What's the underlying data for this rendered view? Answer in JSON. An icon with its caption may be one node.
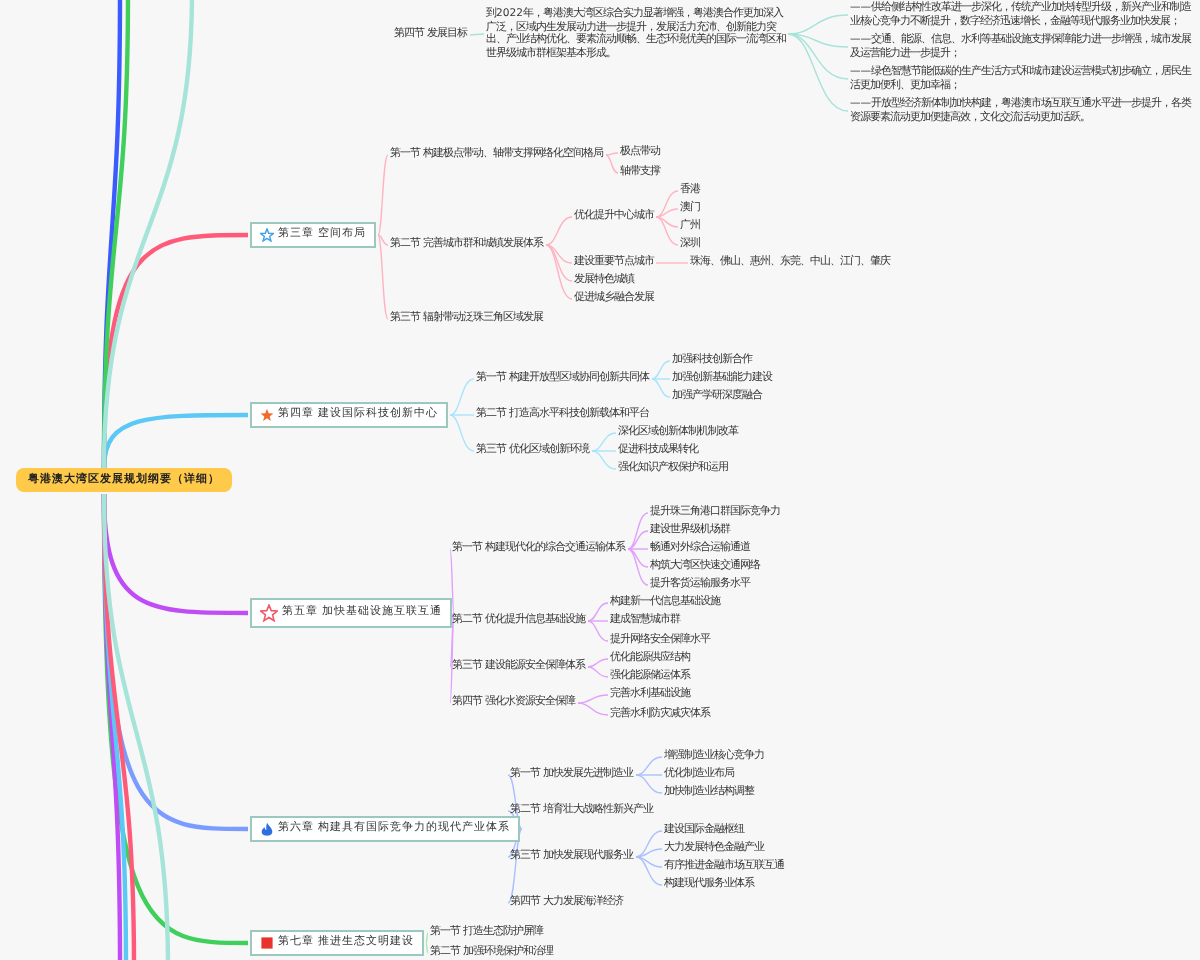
{
  "diagram": {
    "nodes": [
      {
        "text": [
          "粤港澳大湾区发展规划纲要（详细）"
        ]
      },
      {
        "text": [
          "第三章 空间布局"
        ]
      },
      {
        "text": [
          "第一节 构建极点带动、轴带支撑网络化空间格局"
        ]
      },
      {
        "text": [
          "极点带动"
        ]
      },
      {
        "text": [
          "轴带支撑"
        ]
      },
      {
        "text": [
          "第二节 完善城市群和城镇发展体系"
        ]
      },
      {
        "text": [
          "优化提升中心城市"
        ]
      },
      {
        "text": [
          "香港"
        ]
      },
      {
        "text": [
          "澳门"
        ]
      },
      {
        "text": [
          "广州"
        ]
      },
      {
        "text": [
          "深圳"
        ]
      },
      {
        "text": [
          "建设重要节点城市"
        ]
      },
      {
        "text": [
          "珠海、佛山、惠州、东莞、中山、江门、肇庆"
        ]
      },
      {
        "text": [
          "发展特色城镇"
        ]
      },
      {
        "text": [
          "促进城乡融合发展"
        ]
      },
      {
        "text": [
          "第三节 辐射带动泛珠三角区域发展"
        ]
      },
      {
        "text": [
          "第四章 建设国际科技创新中心"
        ]
      },
      {
        "text": [
          "第一节 构建开放型区域协同创新共同体"
        ]
      },
      {
        "text": [
          "加强科技创新合作"
        ]
      },
      {
        "text": [
          "加强创新基础能力建设"
        ]
      },
      {
        "text": [
          "加强产学研深度融合"
        ]
      },
      {
        "text": [
          "第二节 打造高水平科技创新载体和平台"
        ]
      },
      {
        "text": [
          "第三节 优化区域创新环境"
        ]
      },
      {
        "text": [
          "深化区域创新体制机制改革"
        ]
      },
      {
        "text": [
          "促进科技成果转化"
        ]
      },
      {
        "text": [
          "强化知识产权保护和运用"
        ]
      },
      {
        "text": [
          "第五章 加快基础设施互联互通"
        ]
      },
      {
        "text": [
          "第一节 构建现代化的综合交通运输体系"
        ]
      },
      {
        "text": [
          "提升珠三角港口群国际竞争力"
        ]
      },
      {
        "text": [
          "建设世界级机场群"
        ]
      },
      {
        "text": [
          "畅通对外综合运输通道"
        ]
      },
      {
        "text": [
          "构筑大湾区快速交通网络"
        ]
      },
      {
        "text": [
          "提升客货运输服务水平"
        ]
      },
      {
        "text": [
          "第二节 优化提升信息基础设施"
        ]
      },
      {
        "text": [
          "构建新一代信息基础设施"
        ]
      },
      {
        "text": [
          "建成智慧城市群"
        ]
      },
      {
        "text": [
          "提升网络安全保障水平"
        ]
      },
      {
        "text": [
          "第三节 建设能源安全保障体系"
        ]
      },
      {
        "text": [
          "优化能源供应结构"
        ]
      },
      {
        "text": [
          "强化能源储运体系"
        ]
      },
      {
        "text": [
          "第四节 强化水资源安全保障"
        ]
      },
      {
        "text": [
          "完善水利基础设施"
        ]
      },
      {
        "text": [
          "完善水利防灾减灾体系"
        ]
      },
      {
        "text": [
          "第六章 构建具有国际竞争力的现代产业体系"
        ]
      },
      {
        "text": [
          "第一节 加快发展先进制造业"
        ]
      },
      {
        "text": [
          "增强制造业核心竞争力"
        ]
      },
      {
        "text": [
          "优化制造业布局"
        ]
      },
      {
        "text": [
          "加快制造业结构调整"
        ]
      },
      {
        "text": [
          "第二节 培育壮大战略性新兴产业"
        ]
      },
      {
        "text": [
          "第三节 加快发展现代服务业"
        ]
      },
      {
        "text": [
          "建设国际金融枢纽"
        ]
      },
      {
        "text": [
          "大力发展特色金融产业"
        ]
      },
      {
        "text": [
          "有序推进金融市场互联互通"
        ]
      },
      {
        "text": [
          "构建现代服务业体系"
        ]
      },
      {
        "text": [
          "第四节 大力发展海洋经济"
        ]
      },
      {
        "text": [
          "第七章 推进生态文明建设"
        ]
      },
      {
        "text": [
          "第一节 打造生态防护屏障"
        ]
      },
      {
        "text": [
          "第二节 加强环境保护和治理"
        ]
      },
      {
        "text": [
          "第四节 发展目标"
        ]
      },
      {
        "text": [
          "到2022年，粤港澳大湾区综合实力显著增强，粤港澳合作更加深入广泛，区域内生发展动力进一步提升，发展活力充沛、创新能力突出、产业结构优化、要素流动顺畅、生态环境优美的国际一流湾区和世界级城市群框架基本形成。"
        ]
      },
      {
        "text": [
          "——供给侧结构性改革进一步深化，传统产业加快转型升级，新兴产业和制造业核心竞争力不断提升，数字经济迅速增长，金融等现代服务业加快发展；"
        ]
      },
      {
        "text": [
          "——交通、能源、信息、水利等基础设施支撑保障能力进一步增强，城市发展及运营能力进一步提升；"
        ]
      },
      {
        "text": [
          "——绿色智慧节能低碳的生产生活方式和城市建设运营模式初步确立，居民生活更加便利、更加幸福；"
        ]
      },
      {
        "text": [
          "——开放型经济新体制加快构建，粤港澳市场互联互通水平进一步提升，各类资源要素流动更加便捷高效，文化交流活动更加活跃。"
        ]
      }
    ],
    "edges": [
      {
        "from": 0,
        "to": 1,
        "arrow": "none",
        "style": "thick",
        "color": "#ff5a7a"
      },
      {
        "from": 1,
        "to": 2,
        "arrow": "none",
        "color": "#ffb3c1"
      },
      {
        "from": 2,
        "to": 3,
        "arrow": "none",
        "color": "#ffb3c1"
      },
      {
        "from": 2,
        "to": 4,
        "arrow": "none",
        "color": "#ffb3c1"
      },
      {
        "from": 1,
        "to": 5,
        "arrow": "none",
        "color": "#ffb3c1"
      },
      {
        "from": 5,
        "to": 6,
        "arrow": "none",
        "color": "#ffb3c1"
      },
      {
        "from": 6,
        "to": 7,
        "arrow": "none",
        "color": "#ffb3c1"
      },
      {
        "from": 6,
        "to": 8,
        "arrow": "none",
        "color": "#ffb3c1"
      },
      {
        "from": 6,
        "to": 9,
        "arrow": "none",
        "color": "#ffb3c1"
      },
      {
        "from": 6,
        "to": 10,
        "arrow": "none",
        "color": "#ffb3c1"
      },
      {
        "from": 5,
        "to": 11,
        "arrow": "none",
        "color": "#ffb3c1"
      },
      {
        "from": 11,
        "to": 12,
        "arrow": "none",
        "color": "#ffb3c1"
      },
      {
        "from": 5,
        "to": 13,
        "arrow": "none",
        "color": "#ffb3c1"
      },
      {
        "from": 5,
        "to": 14,
        "arrow": "none",
        "color": "#ffb3c1"
      },
      {
        "from": 1,
        "to": 15,
        "arrow": "none",
        "color": "#ffb3c1"
      },
      {
        "from": 0,
        "to": 16,
        "arrow": "none",
        "style": "thick",
        "color": "#5bc8f5"
      },
      {
        "from": 16,
        "to": 17,
        "arrow": "none",
        "color": "#a8e4fb"
      },
      {
        "from": 17,
        "to": 18,
        "arrow": "none",
        "color": "#a8e4fb"
      },
      {
        "from": 17,
        "to": 19,
        "arrow": "none",
        "color": "#a8e4fb"
      },
      {
        "from": 17,
        "to": 20,
        "arrow": "none",
        "color": "#a8e4fb"
      },
      {
        "from": 16,
        "to": 21,
        "arrow": "none",
        "color": "#a8e4fb"
      },
      {
        "from": 16,
        "to": 22,
        "arrow": "none",
        "color": "#a8e4fb"
      },
      {
        "from": 22,
        "to": 23,
        "arrow": "none",
        "color": "#a8e4fb"
      },
      {
        "from": 22,
        "to": 24,
        "arrow": "none",
        "color": "#a8e4fb"
      },
      {
        "from": 22,
        "to": 25,
        "arrow": "none",
        "color": "#a8e4fb"
      },
      {
        "from": 0,
        "to": 26,
        "arrow": "none",
        "style": "thick",
        "color": "#c04cf5"
      },
      {
        "from": 26,
        "to": 27,
        "arrow": "none",
        "color": "#e0a0fb"
      },
      {
        "from": 27,
        "to": 28,
        "arrow": "none",
        "color": "#e0a0fb"
      },
      {
        "from": 27,
        "to": 29,
        "arrow": "none",
        "color": "#e0a0fb"
      },
      {
        "from": 27,
        "to": 30,
        "arrow": "none",
        "color": "#e0a0fb"
      },
      {
        "from": 27,
        "to": 31,
        "arrow": "none",
        "color": "#e0a0fb"
      },
      {
        "from": 27,
        "to": 32,
        "arrow": "none",
        "color": "#e0a0fb"
      },
      {
        "from": 26,
        "to": 33,
        "arrow": "none",
        "color": "#e0a0fb"
      },
      {
        "from": 33,
        "to": 34,
        "arrow": "none",
        "color": "#e0a0fb"
      },
      {
        "from": 33,
        "to": 35,
        "arrow": "none",
        "color": "#e0a0fb"
      },
      {
        "from": 33,
        "to": 36,
        "arrow": "none",
        "color": "#e0a0fb"
      },
      {
        "from": 26,
        "to": 37,
        "arrow": "none",
        "color": "#e0a0fb"
      },
      {
        "from": 37,
        "to": 38,
        "arrow": "none",
        "color": "#e0a0fb"
      },
      {
        "from": 37,
        "to": 39,
        "arrow": "none",
        "color": "#e0a0fb"
      },
      {
        "from": 26,
        "to": 40,
        "arrow": "none",
        "color": "#e0a0fb"
      },
      {
        "from": 40,
        "to": 41,
        "arrow": "none",
        "color": "#e0a0fb"
      },
      {
        "from": 40,
        "to": 42,
        "arrow": "none",
        "color": "#e0a0fb"
      },
      {
        "from": 0,
        "to": 43,
        "arrow": "none",
        "style": "thick",
        "color": "#7b9cff"
      },
      {
        "from": 43,
        "to": 44,
        "arrow": "none",
        "color": "#aac0ff"
      },
      {
        "from": 44,
        "to": 45,
        "arrow": "none",
        "color": "#aac0ff"
      },
      {
        "from": 44,
        "to": 46,
        "arrow": "none",
        "color": "#aac0ff"
      },
      {
        "from": 44,
        "to": 47,
        "arrow": "none",
        "color": "#aac0ff"
      },
      {
        "from": 43,
        "to": 48,
        "arrow": "none",
        "color": "#aac0ff"
      },
      {
        "from": 43,
        "to": 49,
        "arrow": "none",
        "color": "#aac0ff"
      },
      {
        "from": 49,
        "to": 50,
        "arrow": "none",
        "color": "#aac0ff"
      },
      {
        "from": 49,
        "to": 51,
        "arrow": "none",
        "color": "#aac0ff"
      },
      {
        "from": 49,
        "to": 52,
        "arrow": "none",
        "color": "#aac0ff"
      },
      {
        "from": 49,
        "to": 53,
        "arrow": "none",
        "color": "#aac0ff"
      },
      {
        "from": 43,
        "to": 54,
        "arrow": "none",
        "color": "#aac0ff"
      },
      {
        "from": 0,
        "to": 55,
        "arrow": "none",
        "style": "thick",
        "color": "#3fcf5a"
      },
      {
        "from": 55,
        "to": 56,
        "arrow": "none",
        "color": "#a8eab3"
      },
      {
        "from": 55,
        "to": 57,
        "arrow": "none",
        "color": "#a8eab3"
      },
      {
        "from": 58,
        "to": 59,
        "arrow": "none",
        "color": "#a6e3d8"
      },
      {
        "from": 59,
        "to": 60,
        "arrow": "none",
        "color": "#a6e3d8"
      },
      {
        "from": 59,
        "to": 61,
        "arrow": "none",
        "color": "#a6e3d8"
      },
      {
        "from": 59,
        "to": 62,
        "arrow": "none",
        "color": "#a6e3d8"
      },
      {
        "from": 59,
        "to": 63,
        "arrow": "none",
        "color": "#a6e3d8"
      },
      {
        "from": 0,
        "to": null,
        "arrow": "none",
        "style": "thick",
        "color": "#3b5bff"
      },
      {
        "from": 0,
        "to": null,
        "arrow": "none",
        "style": "thick",
        "color": "#3fcf5a"
      },
      {
        "from": 0,
        "to": null,
        "arrow": "none",
        "style": "thick",
        "color": "#a6e3d8"
      },
      {
        "from": 0,
        "to": null,
        "arrow": "none",
        "style": "thick",
        "color": "#c04cf5"
      },
      {
        "from": 0,
        "to": null,
        "arrow": "none",
        "style": "thick",
        "color": "#5bc8f5"
      },
      {
        "from": 0,
        "to": null,
        "arrow": "none",
        "style": "thick",
        "color": "#ff5a7a"
      },
      {
        "from": 0,
        "to": null,
        "arrow": "none",
        "style": "thick",
        "color": "#a6e3d8"
      }
    ]
  }
}
